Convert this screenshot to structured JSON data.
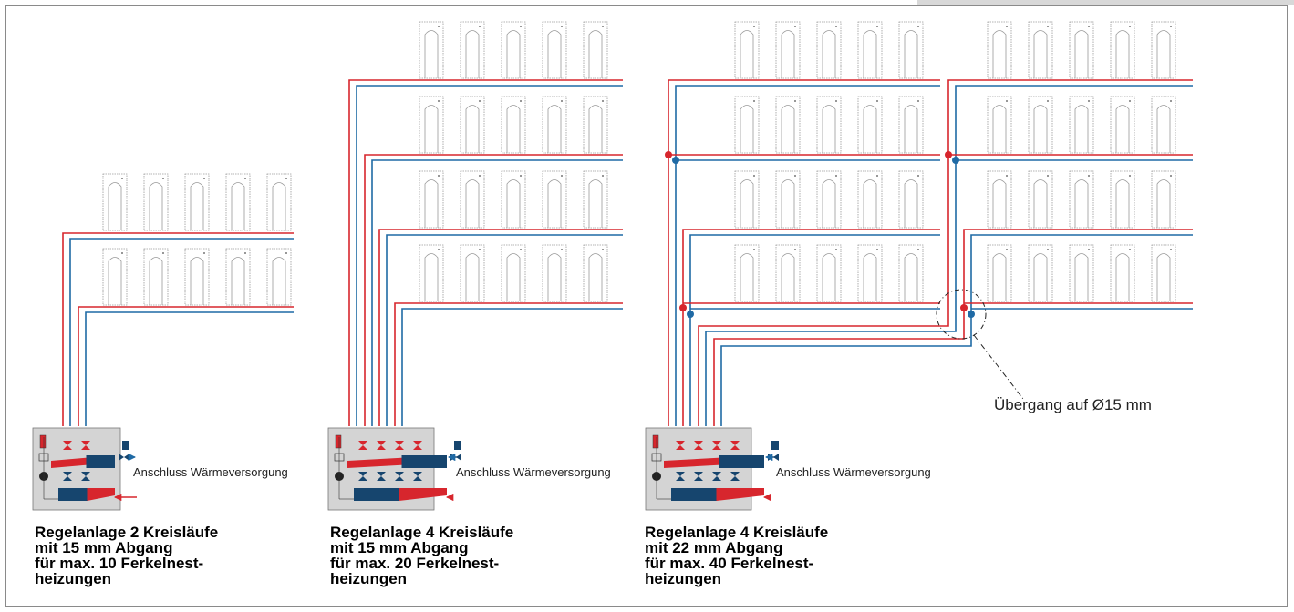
{
  "diagram": {
    "title": "Regelanlagen für Ferkelnestheizungen",
    "colors": {
      "supply": "#d7262d",
      "return": "#1f6aa5",
      "box_fill": "#d4d4d4",
      "panel_stroke": "#888888",
      "frame": "#8a8a8a"
    },
    "panels": [
      {
        "caption_lines": [
          "Regelanlage 2 Kreisläufe",
          "mit 15 mm Abgang",
          "für max. 10 Ferkelnest-",
          "heizungen"
        ],
        "connection_label": "Anschluss Wärmeversorgung",
        "circuits": 2,
        "heaters_per_row": 5,
        "rows": 2
      },
      {
        "caption_lines": [
          "Regelanlage 4 Kreisläufe",
          "mit 15 mm Abgang",
          "für max. 20 Ferkelnest-",
          "heizungen"
        ],
        "connection_label": "Anschluss Wärmeversorgung",
        "circuits": 4,
        "heaters_per_row": 5,
        "rows": 4
      },
      {
        "caption_lines": [
          "Regelanlage 4 Kreisläufe",
          "mit 22 mm Abgang",
          "für max. 40 Ferkelnest-",
          "heizungen"
        ],
        "connection_label": "Anschluss Wärmeversorgung",
        "circuits": 4,
        "heaters_per_row": 5,
        "rows": 4,
        "groups": 2
      }
    ],
    "transition_label": "Übergang auf Ø15 mm"
  }
}
